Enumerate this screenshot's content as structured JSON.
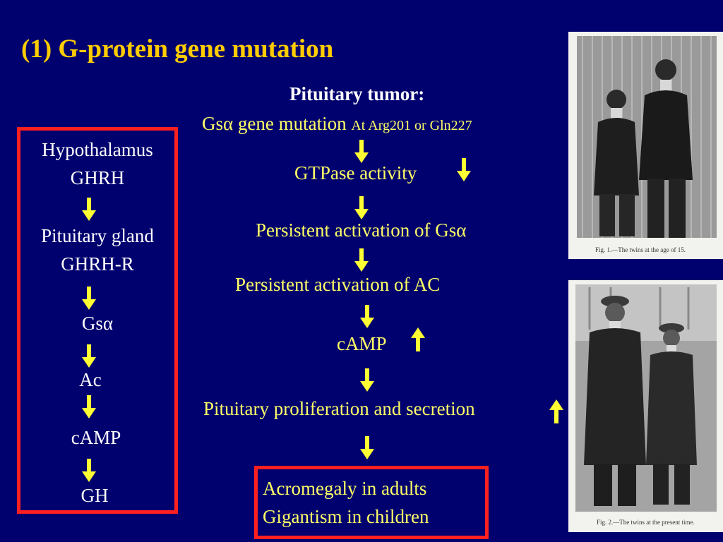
{
  "slide": {
    "title": "(1) G-protein gene mutation"
  },
  "left_pathway": {
    "steps": [
      {
        "line1": "Hypothalamus",
        "line2": "GHRH"
      },
      {
        "line1": "Pituitary gland",
        "line2": "GHRH-R"
      },
      {
        "line1": "Gsα"
      },
      {
        "line1": "Ac"
      },
      {
        "line1": "cAMP"
      },
      {
        "line1": "GH"
      }
    ]
  },
  "center_pathway": {
    "heading": "Pituitary tumor:",
    "mutation_main": "Gsα gene mutation",
    "mutation_site": "At Arg201 or Gln227",
    "gtpase": "GTPase activity",
    "persistent_gs": "Persistent activation of Gsα",
    "persistent_ac": "Persistent activation of AC",
    "camp": "cAMP",
    "proliferation": "Pituitary proliferation and secretion",
    "result_line1": "Acromegaly in adults",
    "result_line2": "Gigantism in children"
  },
  "photos": {
    "top_caption": "Fig. 1.—The twins at the age of 15.",
    "bottom_caption": "Fig. 2.—The twins at the present time."
  },
  "colors": {
    "background": "#00006e",
    "title": "#ffcc00",
    "text_yellow": "#ffff66",
    "box_border": "#ff2020",
    "arrow": "#ffff33"
  }
}
